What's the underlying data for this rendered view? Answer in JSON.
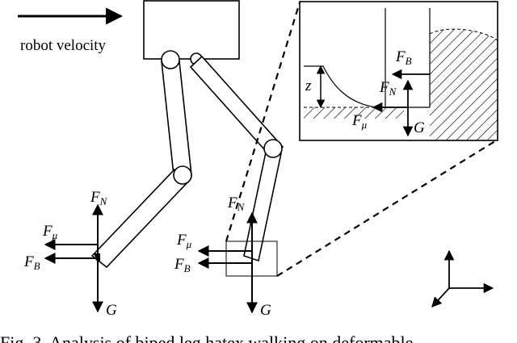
{
  "velocity_label": "robot velocity",
  "forces": {
    "normal": {
      "base": "F",
      "sub": "N"
    },
    "friction": {
      "base": "F",
      "sub": "μ"
    },
    "buoyancy": {
      "base": "F",
      "sub": "B"
    },
    "gravity": {
      "base": "G"
    }
  },
  "inset": {
    "depth_label": "z"
  },
  "caption": "Fig. 3. Analysis of biped leg hatex walking on deformable"
}
